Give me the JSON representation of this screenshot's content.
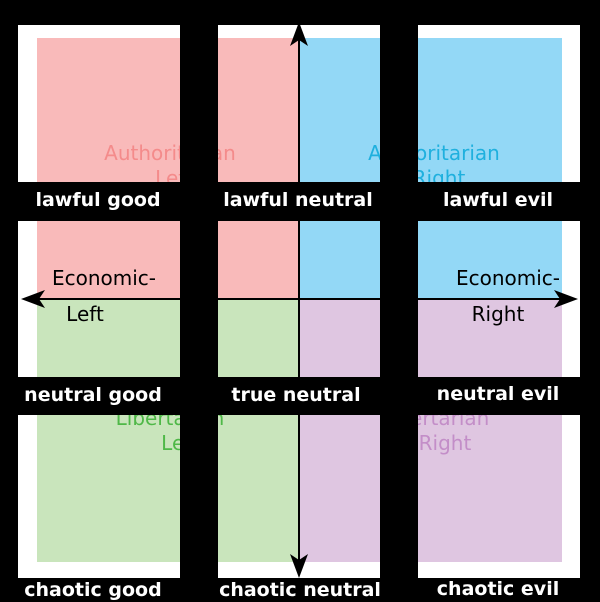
{
  "quadrants": {
    "auth_left": {
      "line1": "Authoritarian",
      "line2": "Left",
      "fill": "#f9baba",
      "text_color": "#f48b8b"
    },
    "auth_right": {
      "line1": "Authoritarian",
      "line2": "Right",
      "fill": "#93d8f6",
      "text_color": "#1fb0de"
    },
    "lib_left": {
      "line1": "Libertarian",
      "line2": "Left",
      "fill": "#c9e5bc",
      "text_color": "#4fb848"
    },
    "lib_right": {
      "line1": "Libertarian",
      "line2": "Right",
      "fill": "#dfc6e1",
      "text_color": "#c38ec8"
    }
  },
  "axes": {
    "economic_left": {
      "line1": "Economic-",
      "line2": "Left"
    },
    "economic_right": {
      "line1": "Economic-",
      "line2": "Right"
    }
  },
  "alignments": {
    "row1": [
      "lawful good",
      "lawful neutral",
      "lawful evil"
    ],
    "row2": [
      "neutral good",
      "true neutral",
      "neutral evil"
    ],
    "row3": [
      "chaotic good",
      "chaotic neutral",
      "chaotic evil"
    ]
  },
  "colors": {
    "cell_bg": "#ffffff",
    "grid": "#000000",
    "label_text": "#ffffff"
  }
}
